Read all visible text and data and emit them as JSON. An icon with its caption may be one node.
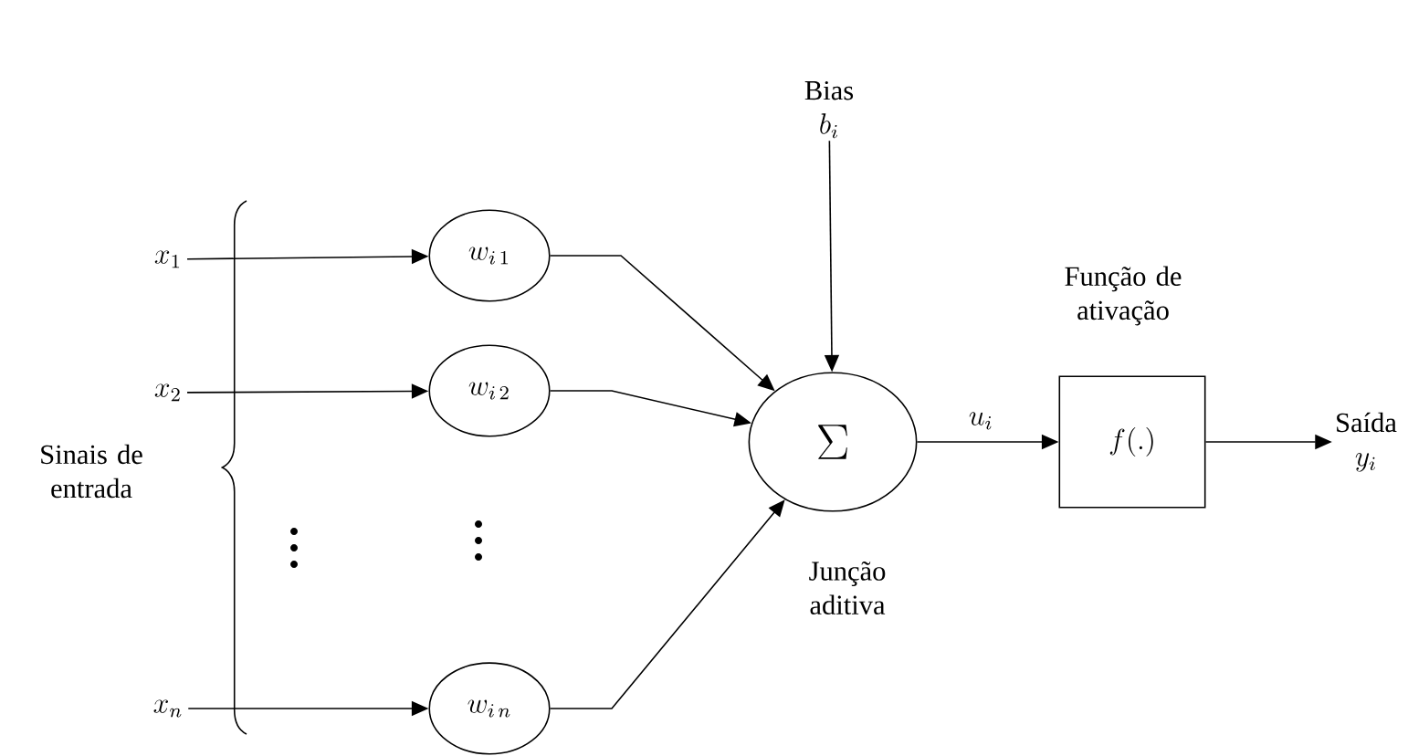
{
  "diagram": {
    "nodes": [
      {
        "text": [
          "x_1"
        ]
      },
      {
        "text": [
          "x_2"
        ]
      },
      {
        "text": [
          "x_n"
        ]
      },
      {
        "text": [
          "w_{i\\,1}"
        ]
      },
      {
        "text": [
          "w_{i\\,2}"
        ]
      },
      {
        "text": [
          "w_{i\\,n}"
        ]
      },
      {
        "text": [
          "\\Sigma"
        ],
        "beside": [
          "Junção aditiva"
        ]
      },
      {
        "text": [
          "Bias",
          "b_i"
        ]
      },
      {
        "text": [
          "Função de ativação",
          "f(.)"
        ]
      },
      {
        "text": [
          "Saída",
          "y_i"
        ]
      }
    ],
    "edges": [
      {
        "from": 0,
        "to": 3,
        "arrow": "to"
      },
      {
        "from": 1,
        "to": 4,
        "arrow": "to"
      },
      {
        "from": 2,
        "to": 5,
        "arrow": "to"
      },
      {
        "from": 3,
        "to": 6,
        "arrow": "to"
      },
      {
        "from": 4,
        "to": 6,
        "arrow": "to"
      },
      {
        "from": 5,
        "to": 6,
        "arrow": "to"
      },
      {
        "from": 7,
        "to": 6,
        "arrow": "to"
      },
      {
        "from": 6,
        "to": 8,
        "arrow": "to",
        "label": "u_i"
      },
      {
        "from": 8,
        "to": 9,
        "arrow": "to"
      }
    ],
    "labels": [
      "Sinais de entrada"
    ]
  }
}
